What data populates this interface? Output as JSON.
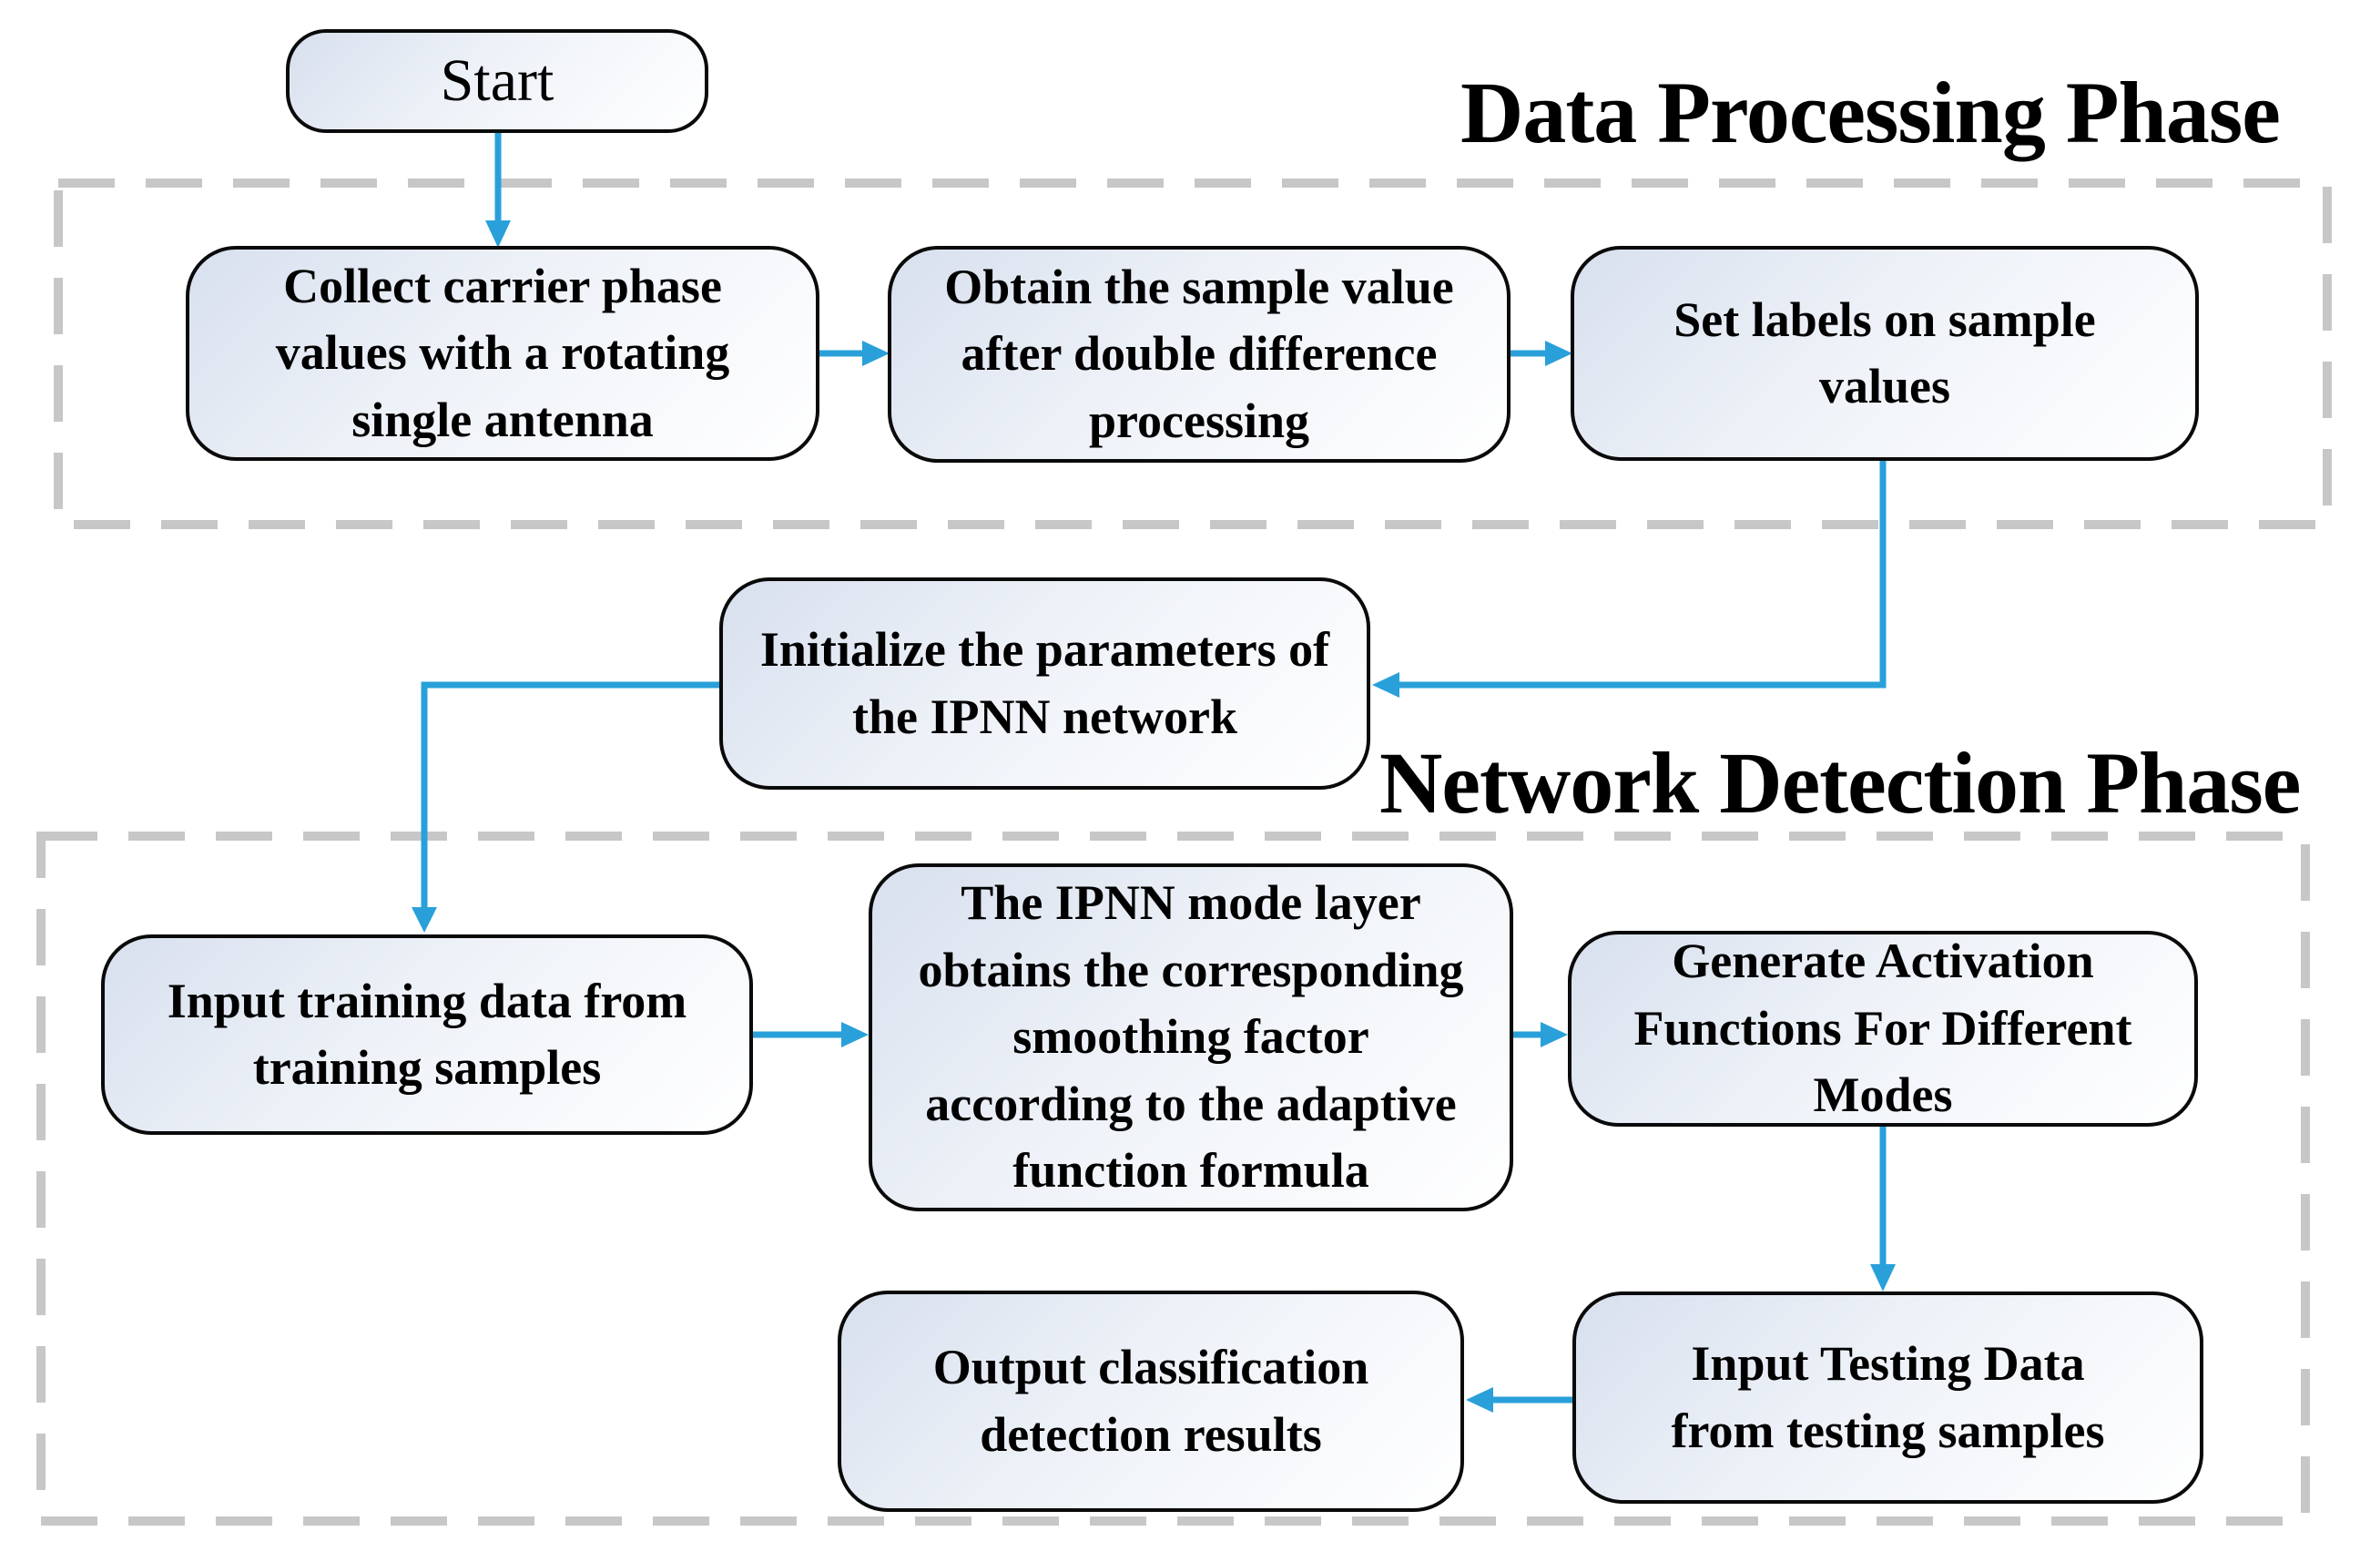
{
  "phase_labels": {
    "data_processing": "Data Processing Phase",
    "network_detection": "Network Detection Phase"
  },
  "nodes": {
    "start": "Start",
    "collect": "Collect carrier phase\nvalues with a rotating\nsingle antenna",
    "obtain": "Obtain the sample value\nafter double difference\nprocessing",
    "set_labels": "Set labels on sample\nvalues",
    "initialize": "Initialize the parameters of\nthe IPNN network",
    "input_training": "Input training data from\ntraining samples",
    "ipnn_mode": "The IPNN mode layer\nobtains the corresponding\nsmoothing factor\naccording to the adaptive\nfunction formula",
    "generate_activation": "Generate Activation\nFunctions For Different\nModes",
    "input_testing": "Input Testing Data\nfrom testing samples",
    "output_results": "Output classification\ndetection results"
  },
  "colors": {
    "arrow": "#29a0da",
    "dashed_border": "#c7c7c7",
    "node_border": "#0a0a0a",
    "node_fill_top": "#d8e0ee",
    "node_fill_mid": "#eef2f8",
    "node_fill_bottom": "#ffffff",
    "text": "#000000"
  }
}
